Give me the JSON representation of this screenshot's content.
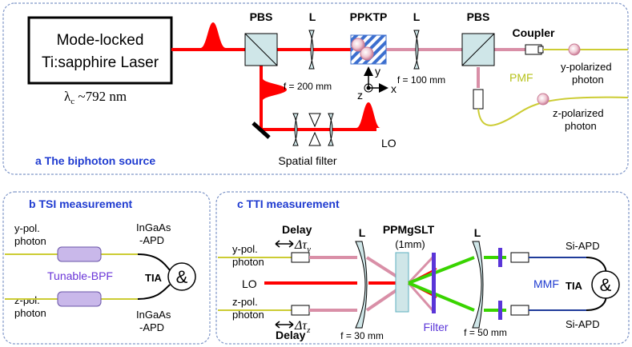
{
  "panel_a": {
    "caption": "a  The biphoton source",
    "laser_line1": "Mode-locked",
    "laser_line2": "Ti:sapphire Laser",
    "wavelength_prefix": "λ",
    "wavelength_sub": "c",
    "wavelength_value": " ~792 nm",
    "pbs1": "PBS",
    "lens1": "L",
    "lens1_focal": "f = 200 mm",
    "crystal": "PPKTP",
    "lens2": "L",
    "lens2_focal": "f = 100 mm",
    "pbs2": "PBS",
    "coupler": "Coupler",
    "pmf": "PMF",
    "y_photon_1": "y-polarized",
    "y_photon_2": "photon",
    "z_photon_1": "z-polarized",
    "z_photon_2": "photon",
    "axis_y": "y",
    "axis_z": "z",
    "axis_x": "x",
    "spatial_filter": "Spatial filter",
    "lo": "LO"
  },
  "panel_b": {
    "caption": "b  TSI measurement",
    "y_in_1": "y-pol.",
    "y_in_2": "photon",
    "z_in_1": "z-pol.",
    "z_in_2": "photon",
    "det_top_1": "InGaAs",
    "det_top_2": "-APD",
    "det_bot_1": "InGaAs",
    "det_bot_2": "-APD",
    "bpf": "Tunable-BPF",
    "tia": "TIA",
    "amp_symbol": "&"
  },
  "panel_c": {
    "caption": "c  TTI measurement",
    "delay_top": "Delay",
    "delay_top_tau": "Δτ",
    "delay_top_sub": "y",
    "delay_bot": "Delay",
    "delay_bot_tau": "Δτ",
    "delay_bot_sub": "z",
    "y_in_1": "y-pol.",
    "y_in_2": "photon",
    "lo": "LO",
    "z_in_1": "z-pol.",
    "z_in_2": "photon",
    "lens1": "L",
    "lens1_focal": "f = 30 mm",
    "crystal_1": "PPMgSLT",
    "crystal_2": "(1mm)",
    "filter": "Filter",
    "lens2": "L",
    "lens2_focal": "f = 50 mm",
    "mmf": "MMF",
    "det_top": "Si-APD",
    "det_bot": "Si-APD",
    "tia": "TIA",
    "amp_symbol": "&"
  },
  "colors": {
    "frame": "#7f96c8",
    "pump": "#ff0000",
    "photon_pink": "#d98fa7",
    "fiber": "#cccc33",
    "caption": "#1f3bd0",
    "pmf_text": "#b6c21a",
    "optic_fill": "#cfe6e8",
    "bpf_fill": "#c9b8ea",
    "green": "#39d400",
    "filter": "#5a35d8",
    "mmf": "#1f3b9a"
  }
}
